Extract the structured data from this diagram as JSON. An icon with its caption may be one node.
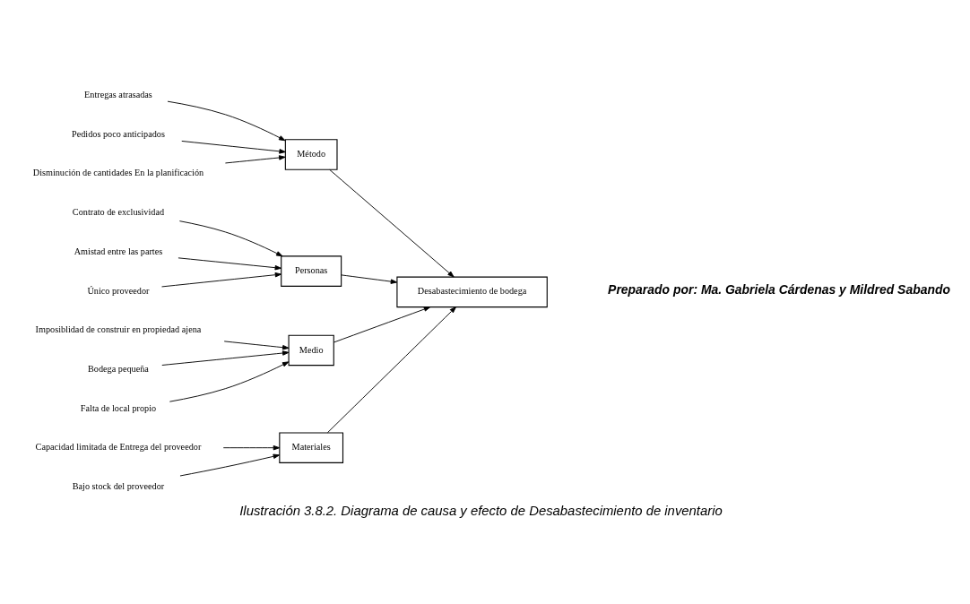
{
  "diagram": {
    "caption": "Ilustración 3.8.2. Diagrama de causa y efecto de Desabastecimiento de inventario",
    "nodes": [
      {
        "text": [
          "Materiales"
        ]
      },
      {
        "text": [
          "Método"
        ]
      },
      {
        "text": [
          "Capacidad limitada de Entrega del proveedor"
        ]
      },
      {
        "text": [
          "Entregas atrasadas"
        ]
      },
      {
        "text": [
          "Pedidos poco anticipados"
        ]
      },
      {
        "text": [
          "Bajo stock del proveedor"
        ]
      },
      {
        "text": [
          "Disminución de cantidades En la planificación"
        ]
      },
      {
        "text": [
          "Desabastecimiento de bodega"
        ]
      },
      {
        "text": [
          "Contrato de exclusividad"
        ]
      },
      {
        "text": [
          "Imposiblidad de construir en propiedad ajena"
        ]
      },
      {
        "text": [
          "Amistad entre las partes"
        ]
      },
      {
        "text": [
          "Bodega pequeña"
        ]
      },
      {
        "text": [
          "Único proveedor"
        ]
      },
      {
        "text": [
          "Falta de local propio"
        ]
      },
      {
        "text": [
          "Personas"
        ]
      },
      {
        "text": [
          "Medio"
        ]
      }
    ],
    "edges": [
      {
        "from": 2,
        "to": 0,
        "arrow": "to"
      },
      {
        "from": 5,
        "to": 0,
        "arrow": "to"
      },
      {
        "from": 3,
        "to": 1,
        "arrow": "to"
      },
      {
        "from": 4,
        "to": 1,
        "arrow": "to"
      },
      {
        "from": 6,
        "to": 1,
        "arrow": "to"
      },
      {
        "from": 8,
        "to": 14,
        "arrow": "to"
      },
      {
        "from": 10,
        "to": 14,
        "arrow": "to"
      },
      {
        "from": 12,
        "to": 14,
        "arrow": "to"
      },
      {
        "from": 9,
        "to": 15,
        "arrow": "to"
      },
      {
        "from": 11,
        "to": 15,
        "arrow": "to"
      },
      {
        "from": 13,
        "to": 15,
        "arrow": "to"
      },
      {
        "from": 0,
        "to": 7,
        "arrow": "to"
      },
      {
        "from": 14,
        "to": 7,
        "arrow": "to"
      },
      {
        "from": 1,
        "to": 7,
        "arrow": "to"
      },
      {
        "from": 15,
        "to": 7,
        "arrow": "to"
      }
    ],
    "labels": [
      "Preparado por: Ma. Gabriela Cárdenas y Mildred Sabando"
    ]
  }
}
